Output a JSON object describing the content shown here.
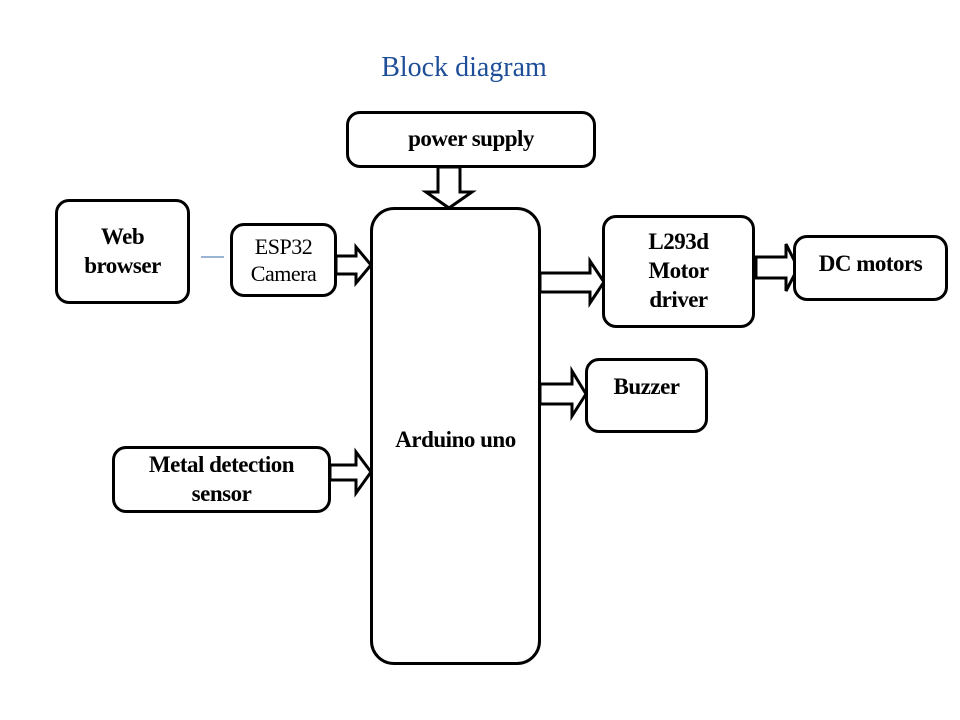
{
  "title": "Block diagram",
  "blocks": {
    "power_supply": "power supply",
    "web_browser": "Web\nbrowser",
    "esp32_camera": "ESP32\nCamera",
    "arduino": "Arduino uno",
    "metal_sensor": "Metal detection\nsensor",
    "motor_driver": "L293d\nMotor\ndriver",
    "dc_motors": "DC motors",
    "buzzer": "Buzzer"
  },
  "connections": [
    {
      "from": "power supply",
      "to": "Arduino uno",
      "type": "block-arrow"
    },
    {
      "from": "Web browser",
      "to": "ESP32 Camera",
      "type": "thin-line"
    },
    {
      "from": "ESP32 Camera",
      "to": "Arduino uno",
      "type": "block-arrow"
    },
    {
      "from": "Metal detection sensor",
      "to": "Arduino uno",
      "type": "block-arrow"
    },
    {
      "from": "Arduino uno",
      "to": "L293d Motor driver",
      "type": "block-arrow"
    },
    {
      "from": "L293d Motor driver",
      "to": "DC motors",
      "type": "block-arrow"
    },
    {
      "from": "Arduino uno",
      "to": "Buzzer",
      "type": "block-arrow"
    }
  ],
  "colors": {
    "title": "#1f4e99",
    "line": "#000000",
    "link": "#7a9cc6"
  }
}
